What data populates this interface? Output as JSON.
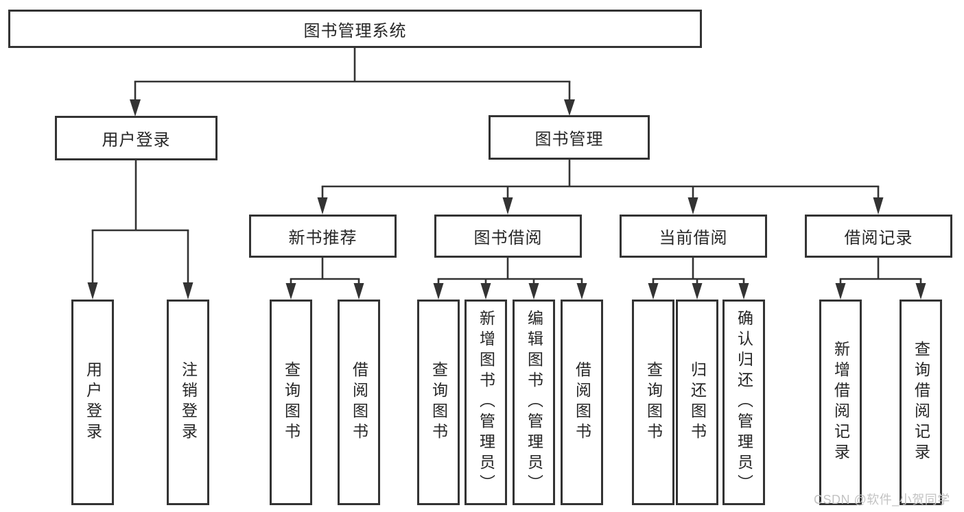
{
  "diagram": {
    "root": {
      "label": "图书管理系统"
    },
    "branches": [
      {
        "label": "用户登录",
        "children": [
          {
            "label": "用户登录"
          },
          {
            "label": "注销登录"
          }
        ]
      },
      {
        "label": "图书管理",
        "children": [
          {
            "label": "新书推荐",
            "children": [
              {
                "label": "查询图书"
              },
              {
                "label": "借阅图书"
              }
            ]
          },
          {
            "label": "图书借阅",
            "children": [
              {
                "label": "查询图书"
              },
              {
                "label": "新增图书（管理员）"
              },
              {
                "label": "编辑图书（管理员）"
              },
              {
                "label": "借阅图书"
              }
            ]
          },
          {
            "label": "当前借阅",
            "children": [
              {
                "label": "查询图书"
              },
              {
                "label": "归还图书"
              },
              {
                "label": "确认归还（管理员）"
              }
            ]
          },
          {
            "label": "借阅记录",
            "children": [
              {
                "label": "新增借阅记录"
              },
              {
                "label": "查询借阅记录"
              }
            ]
          }
        ]
      }
    ]
  },
  "watermark": {
    "text": "CSDN @软件_小贺同学"
  },
  "colors": {
    "line": "#333333",
    "text": "#262626",
    "background": "#ffffff",
    "watermark": "#c3c3c3"
  }
}
